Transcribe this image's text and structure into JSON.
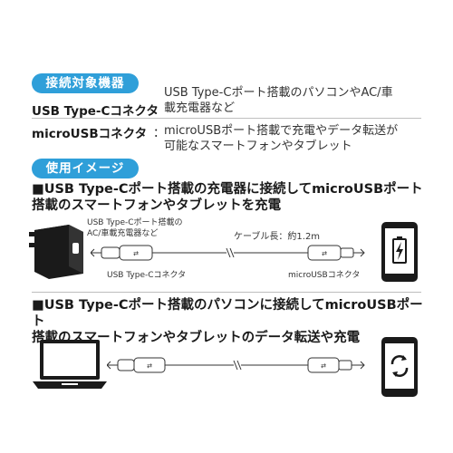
{
  "spec": {
    "badge": "接続対象機器",
    "rows": [
      {
        "label": "USB Type-Cコネクタ",
        "colon": "：",
        "value_line1": "USB Type-Cポート搭載のパソコンやAC/車",
        "value_line2": "載充電器など"
      },
      {
        "label": "microUSBコネクタ",
        "colon": "：",
        "value_line1": "microUSBポート搭載で充電やデータ転送が",
        "value_line2": "可能なスマートフォンやタブレット"
      }
    ]
  },
  "usage": {
    "badge": "使用イメージ",
    "scenarios": [
      {
        "title_line1": "■USB Type-Cポート搭載の充電器に接続してmicroUSBポート",
        "title_line2": "搭載のスマートフォンやタブレットを充電",
        "source_label_line1": "USB Type-Cポート搭載の",
        "source_label_line2": "AC/車載充電器など",
        "cable_length_label": "ケーブル長：約1.2m",
        "left_connector_label": "USB Type-Cコネクタ",
        "right_connector_label": "microUSBコネクタ",
        "source_icon": "ac-charger-icon",
        "device_icon": "smartphone-charging-icon"
      },
      {
        "title_line1": "■USB Type-Cポート搭載のパソコンに接続してmicroUSBポート",
        "title_line2": "搭載のスマートフォンやタブレットのデータ転送や充電",
        "source_icon": "laptop-icon",
        "device_icon": "smartphone-sync-icon"
      }
    ]
  },
  "colors": {
    "accent": "#2f9fd9",
    "device": "#1a1a1a",
    "cable": "#333333"
  }
}
